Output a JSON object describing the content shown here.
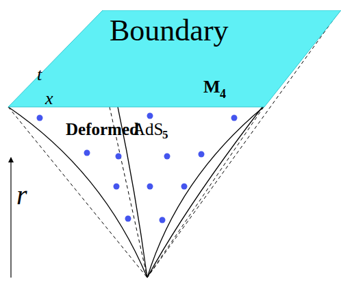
{
  "diagram": {
    "nodes": [
      {
        "text": [
          "Boundary"
        ]
      }
    ],
    "labels": [
      "t",
      "x",
      "M",
      "4",
      "Deformed",
      "AdS",
      "5",
      "r"
    ]
  }
}
